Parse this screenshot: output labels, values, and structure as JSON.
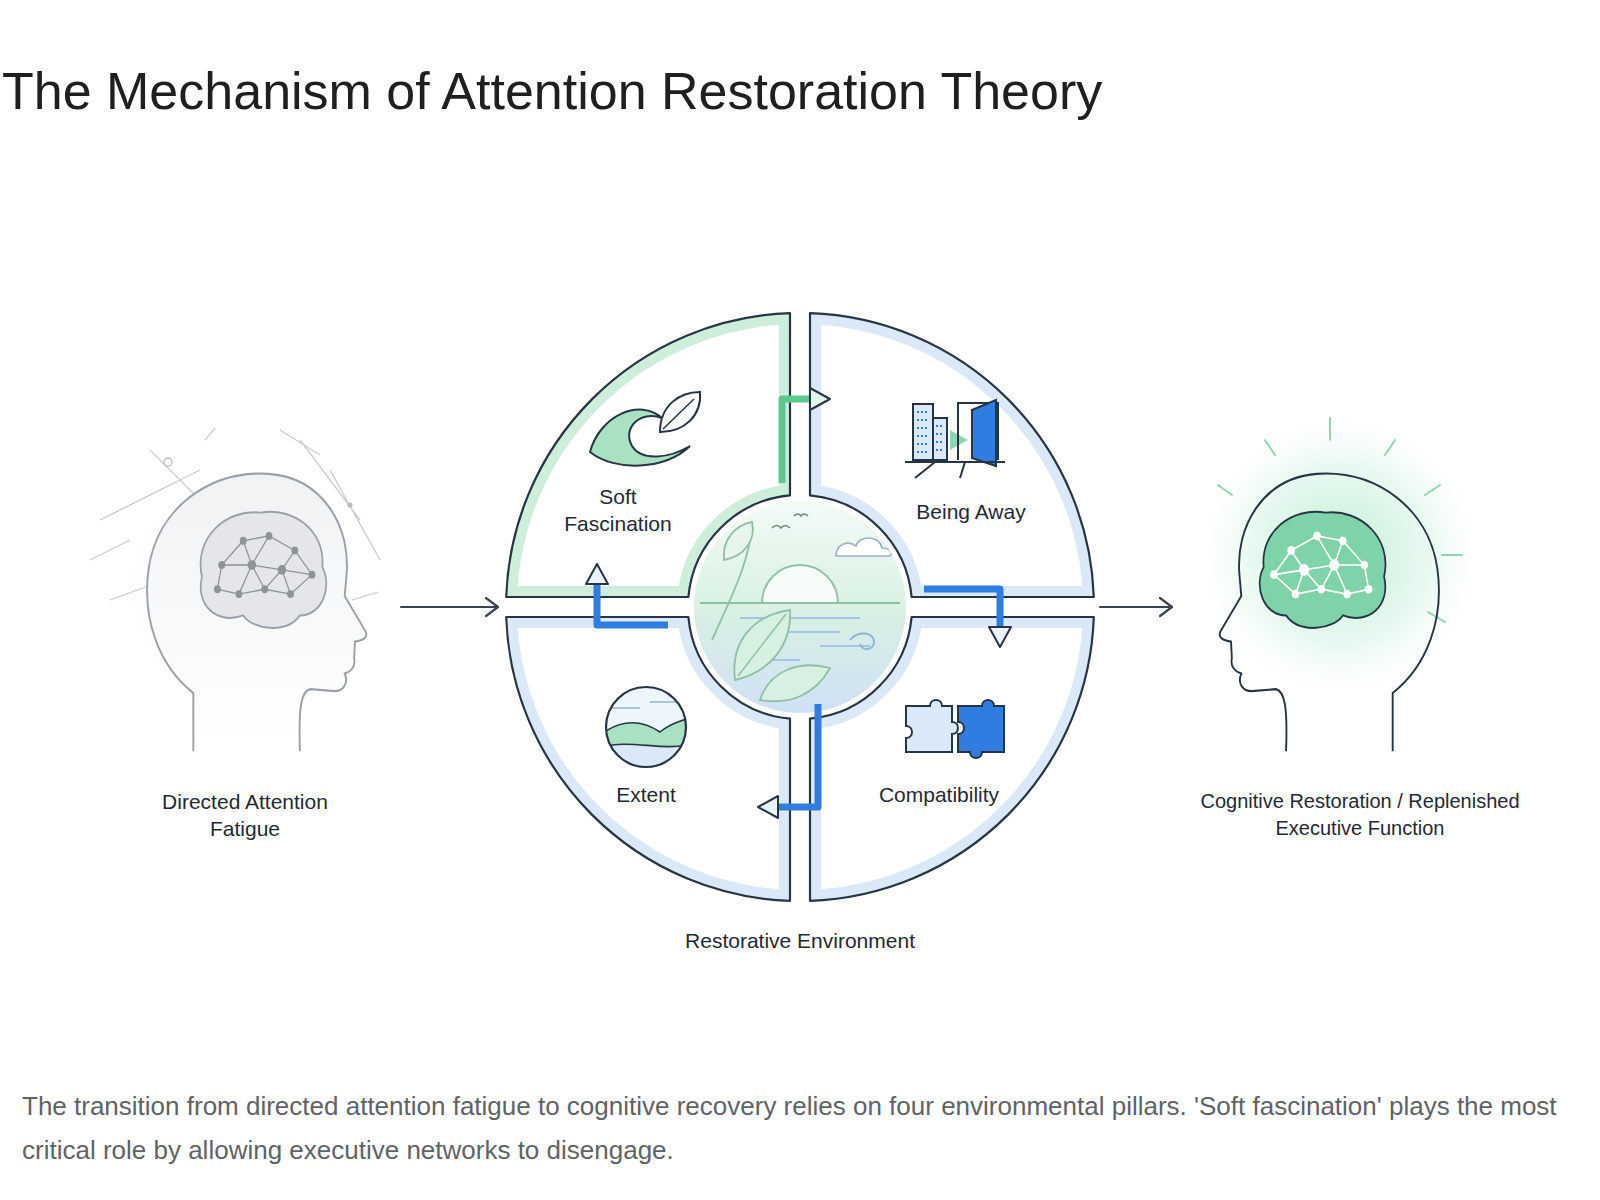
{
  "diagram": {
    "title": "The Mechanism of Attention Restoration Theory",
    "caption": "The transition from directed attention fatigue to cognitive recovery relies on four environmental pillars. 'Soft fascination' plays the most critical role by allowing executive networks to disengage.",
    "nodes": [
      {
        "text": [
          "Directed Attention Fatigue"
        ]
      },
      {
        "text": [
          "Restorative Environment"
        ]
      },
      {
        "text": [
          "Soft Fascination"
        ],
        "in": 1
      },
      {
        "text": [
          "Being Away"
        ],
        "in": 1
      },
      {
        "text": [
          "Extent"
        ],
        "in": 1
      },
      {
        "text": [
          "Compatibility"
        ],
        "in": 1
      },
      {
        "text": [
          "Cognitive Restoration / Replenished Executive Function"
        ]
      }
    ],
    "edges": [
      {
        "from": 0,
        "to": 1,
        "arrow": "to"
      },
      {
        "from": 1,
        "to": 6,
        "arrow": "to"
      },
      {
        "from": 2,
        "to": 3,
        "arrow": "to"
      },
      {
        "from": 3,
        "to": 5,
        "arrow": "to"
      },
      {
        "from": 5,
        "to": 4,
        "arrow": "to"
      },
      {
        "from": 4,
        "to": 2,
        "arrow": "to"
      }
    ]
  }
}
